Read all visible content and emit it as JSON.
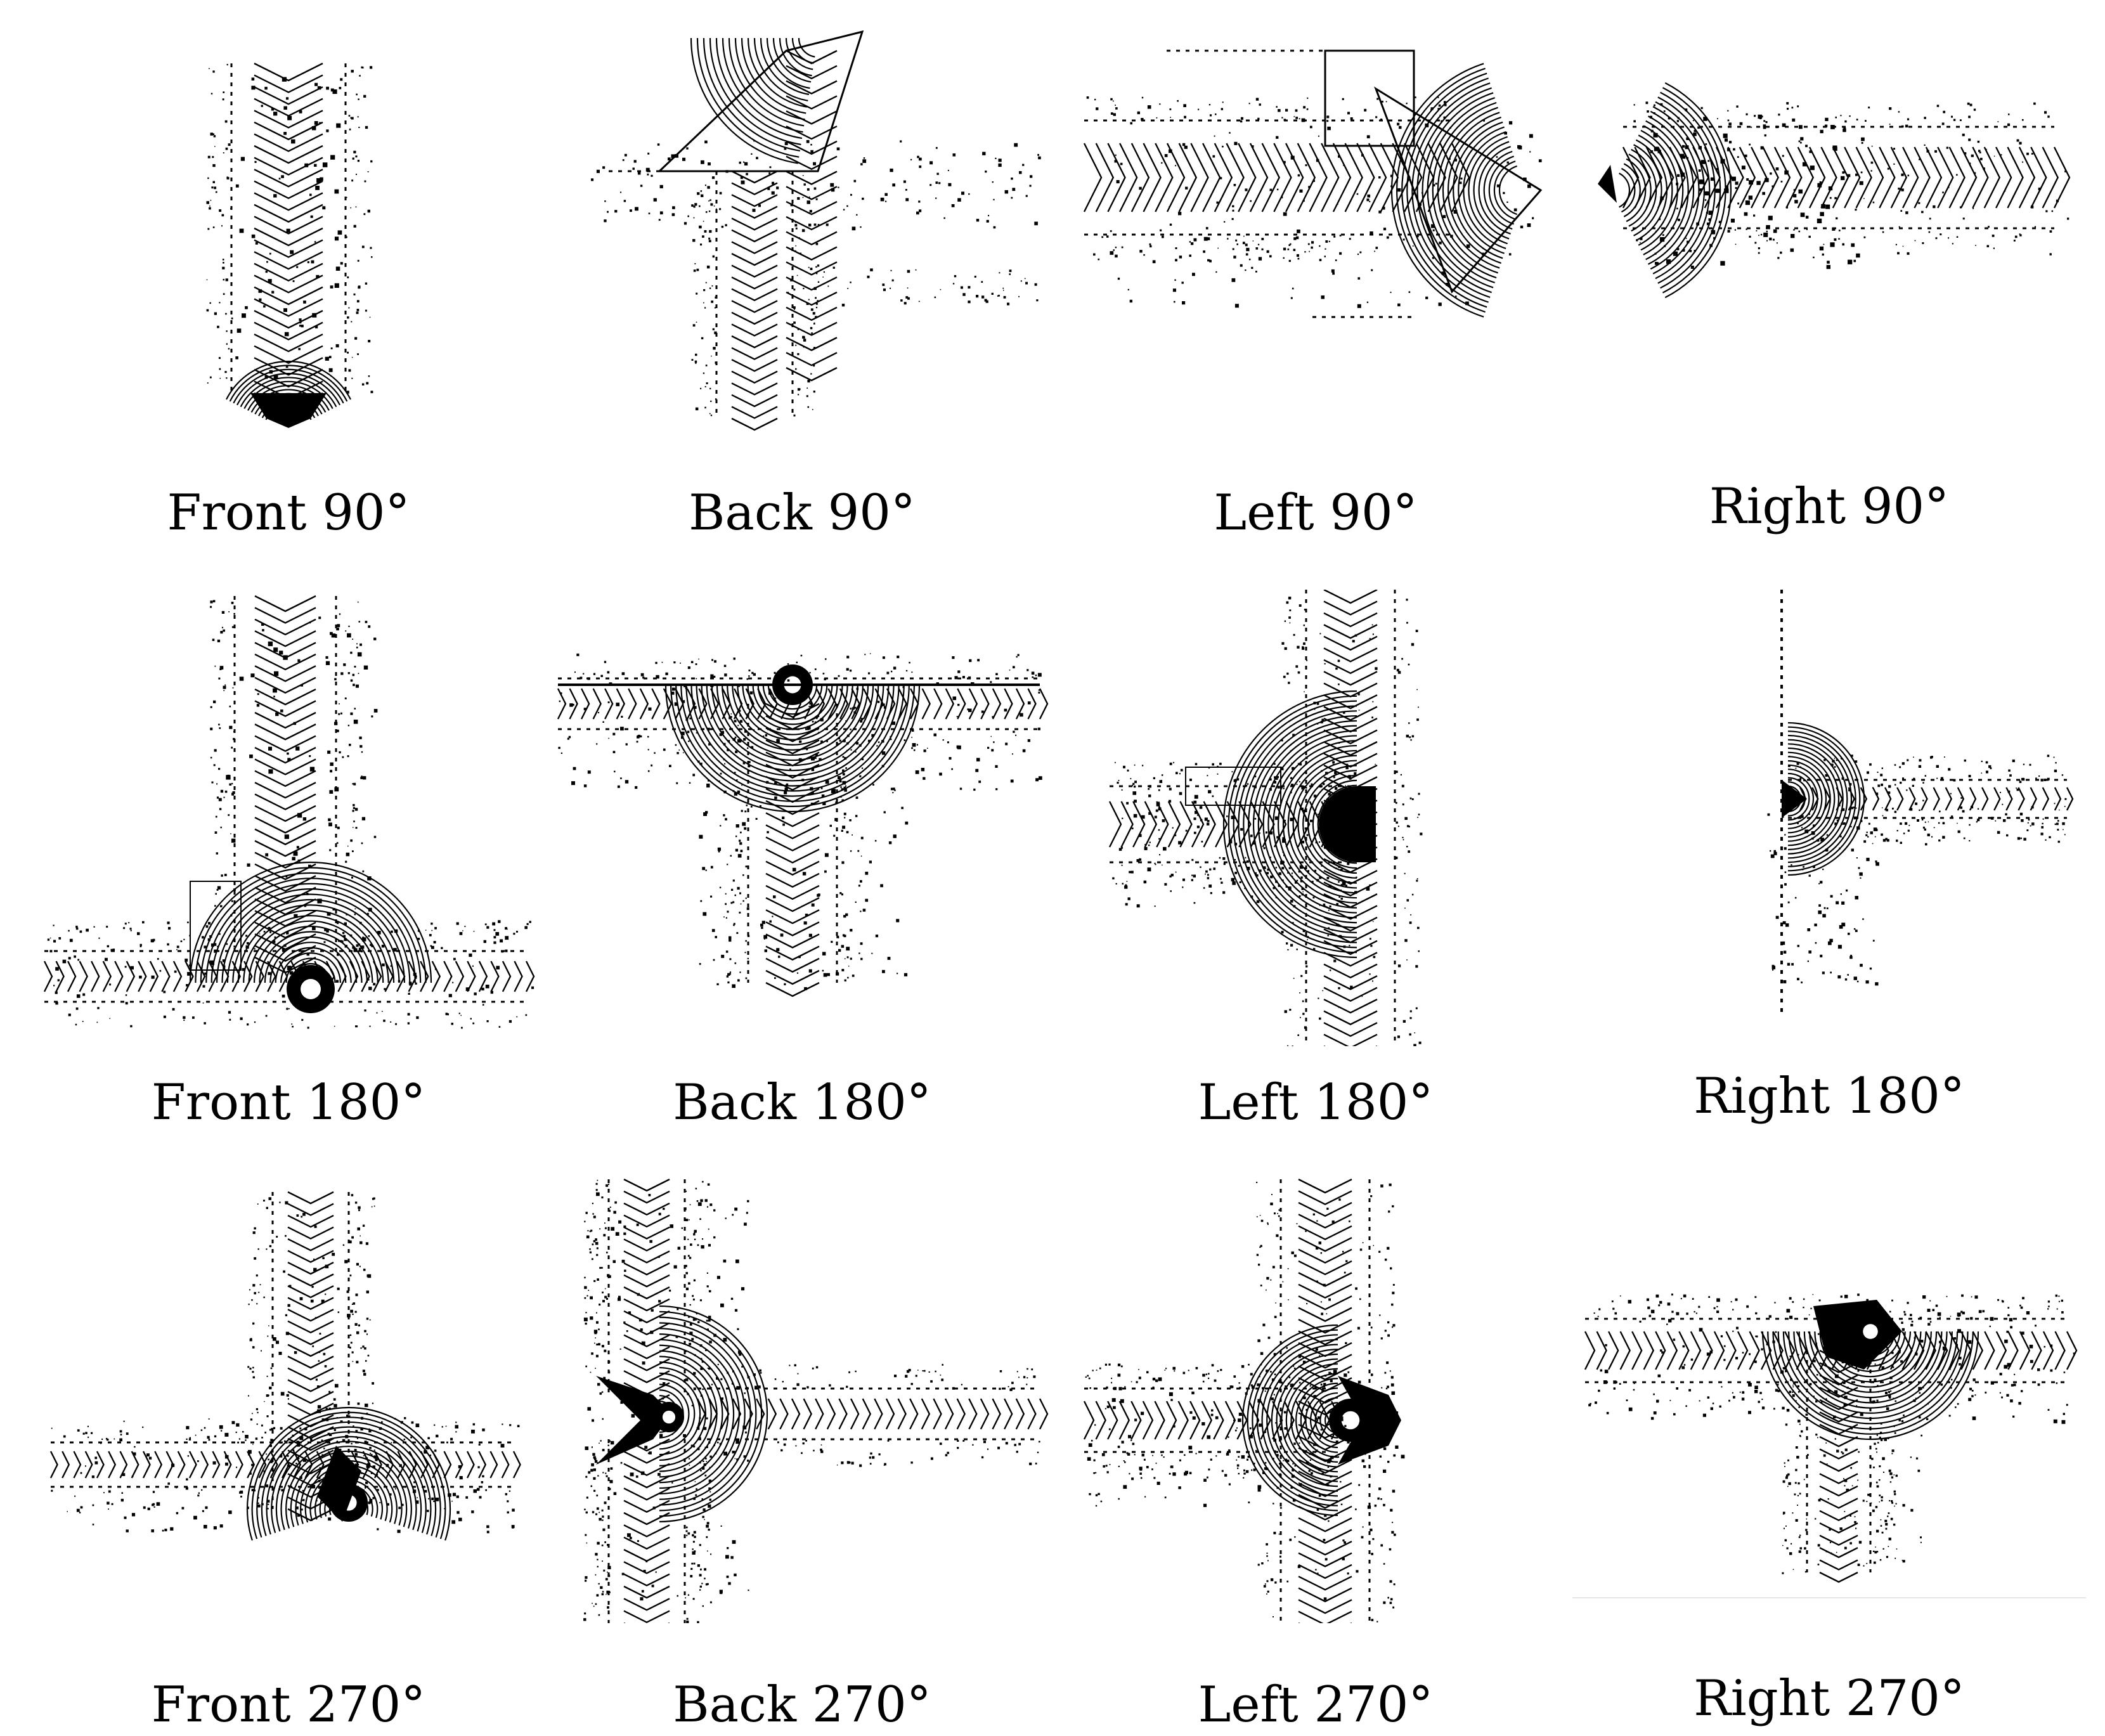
{
  "figure": {
    "background": "#ffffff",
    "point_color": "#000000",
    "panels": [
      {
        "id": "front-90",
        "label": "Front 90°",
        "shape": "tall-strip-down"
      },
      {
        "id": "back-90",
        "label": "Back 90°",
        "shape": "diamond-top"
      },
      {
        "id": "left-90",
        "label": "Left 90°",
        "shape": "wedge-right"
      },
      {
        "id": "right-90",
        "label": "Right 90°",
        "shape": "wedge-left"
      },
      {
        "id": "front-180",
        "label": "Front 180°",
        "shape": "t-junction-up"
      },
      {
        "id": "back-180",
        "label": "Back 180°",
        "shape": "t-junction-down"
      },
      {
        "id": "left-180",
        "label": "Left 180°",
        "shape": "t-junction-left"
      },
      {
        "id": "right-180",
        "label": "Right 180°",
        "shape": "t-junction-right"
      },
      {
        "id": "front-270",
        "label": "Front 270°",
        "shape": "cross-270-front"
      },
      {
        "id": "back-270",
        "label": "Back 270°",
        "shape": "cross-270-back"
      },
      {
        "id": "left-270",
        "label": "Left 270°",
        "shape": "cross-270-left"
      },
      {
        "id": "right-270",
        "label": "Right 270°",
        "shape": "cross-270-right"
      }
    ]
  }
}
